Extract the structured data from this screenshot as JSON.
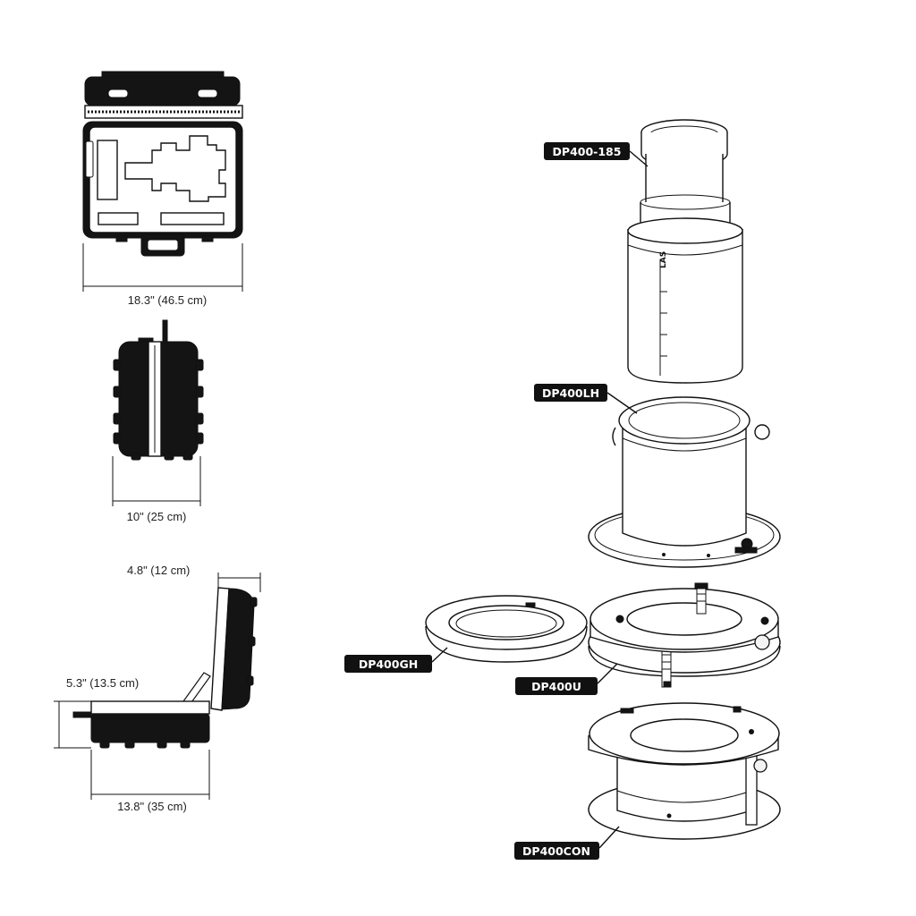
{
  "dimensions": {
    "case_width": "18.3\" (46.5 cm)",
    "case_depth": "10\" (25 cm)",
    "lid_thickness": "4.8\" (12 cm)",
    "base_height": "5.3\" (13.5 cm)",
    "base_length": "13.8\" (35 cm)"
  },
  "parts": {
    "lens": "DP400-185",
    "lens_holder": "DP400LH",
    "gel_holder": "DP400GH",
    "universal_adapter": "DP400U",
    "connector": "DP400CON"
  },
  "lens_scale_marks": "LAS"
}
